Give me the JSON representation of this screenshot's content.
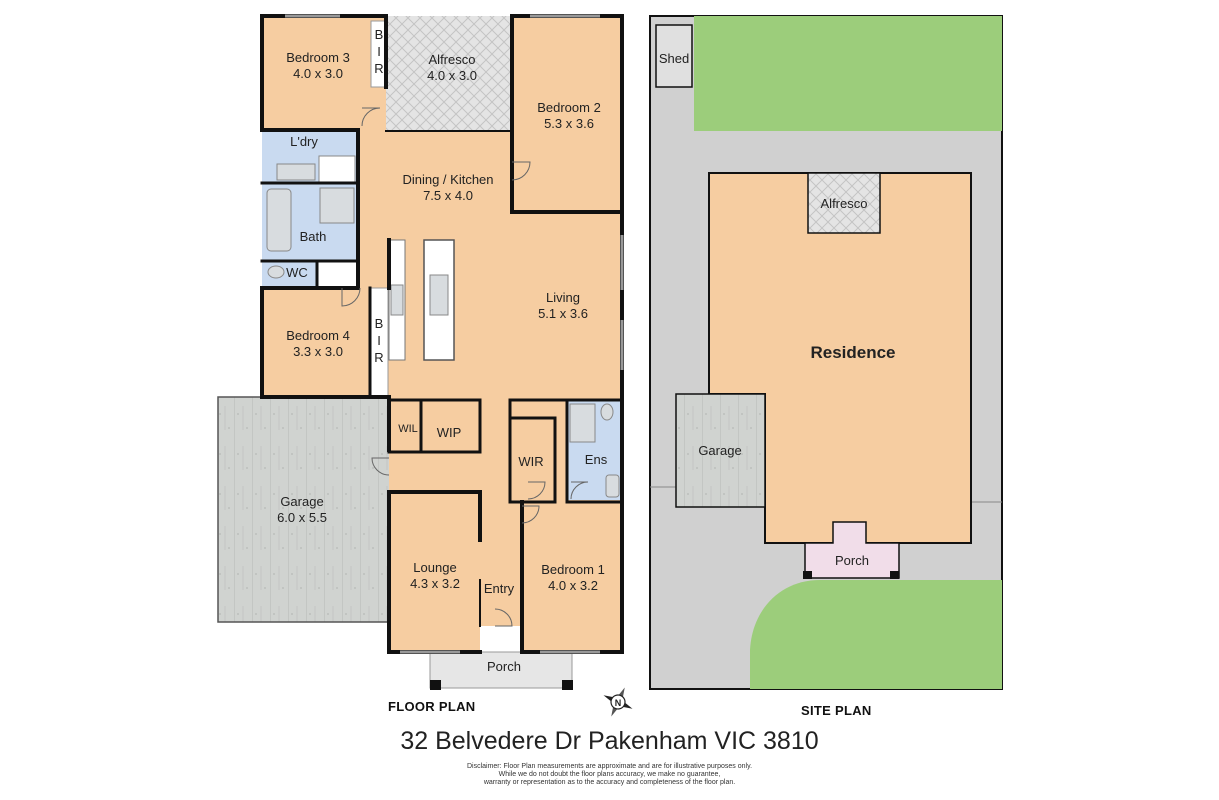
{
  "floor_plan": {
    "caption": "FLOOR PLAN",
    "rooms": {
      "bedroom3": {
        "name": "Bedroom 3",
        "size": "4.0 x 3.0"
      },
      "alfresco": {
        "name": "Alfresco",
        "size": "4.0 x 3.0"
      },
      "bedroom2": {
        "name": "Bedroom 2",
        "size": "5.3 x 3.6"
      },
      "laundry": {
        "name": "L'dry"
      },
      "dining_kitchen": {
        "name": "Dining / Kitchen",
        "size": "7.5 x 4.0"
      },
      "bath": {
        "name": "Bath"
      },
      "wc": {
        "name": "WC"
      },
      "living": {
        "name": "Living",
        "size": "5.1 x 3.6"
      },
      "bedroom4": {
        "name": "Bedroom 4",
        "size": "3.3 x 3.0"
      },
      "bir_top": {
        "name": "B\nI\nR"
      },
      "bir_mid": {
        "name": "B\nI\nR"
      },
      "wil": {
        "name": "WIL"
      },
      "wip": {
        "name": "WIP"
      },
      "wir": {
        "name": "WIR"
      },
      "ens": {
        "name": "Ens"
      },
      "garage": {
        "name": "Garage",
        "size": "6.0 x 5.5"
      },
      "lounge": {
        "name": "Lounge",
        "size": "4.3 x 3.2"
      },
      "entry": {
        "name": "Entry"
      },
      "bedroom1": {
        "name": "Bedroom 1",
        "size": "4.0 x 3.2"
      },
      "porch": {
        "name": "Porch"
      }
    }
  },
  "site_plan": {
    "caption": "SITE PLAN",
    "labels": {
      "shed": "Shed",
      "alfresco": "Alfresco",
      "residence": "Residence",
      "garage": "Garage",
      "porch": "Porch"
    }
  },
  "address": "32 Belvedere Dr Pakenham VIC 3810",
  "disclaimer": [
    "Disclaimer: Floor Plan measurements are approximate and are for illustrative purposes only.",
    "While we do not doubt the floor plans accuracy, we make no guarantee,",
    "warranty or representation as to the accuracy and completeness of the floor plan."
  ],
  "compass_icon": "compass-north-icon",
  "colors": {
    "room_fill": "#f6cda1",
    "wet_area_fill": "#c9daf0",
    "outdoor_tile": "#e2e2e2",
    "garage_fill": "#cfd2cf",
    "porch_fill": "#e6e6e6",
    "site_paving": "#d0d0d0",
    "lawn": "#9ccd7b",
    "site_porch": "#f1dde9",
    "wall": "#111111"
  }
}
